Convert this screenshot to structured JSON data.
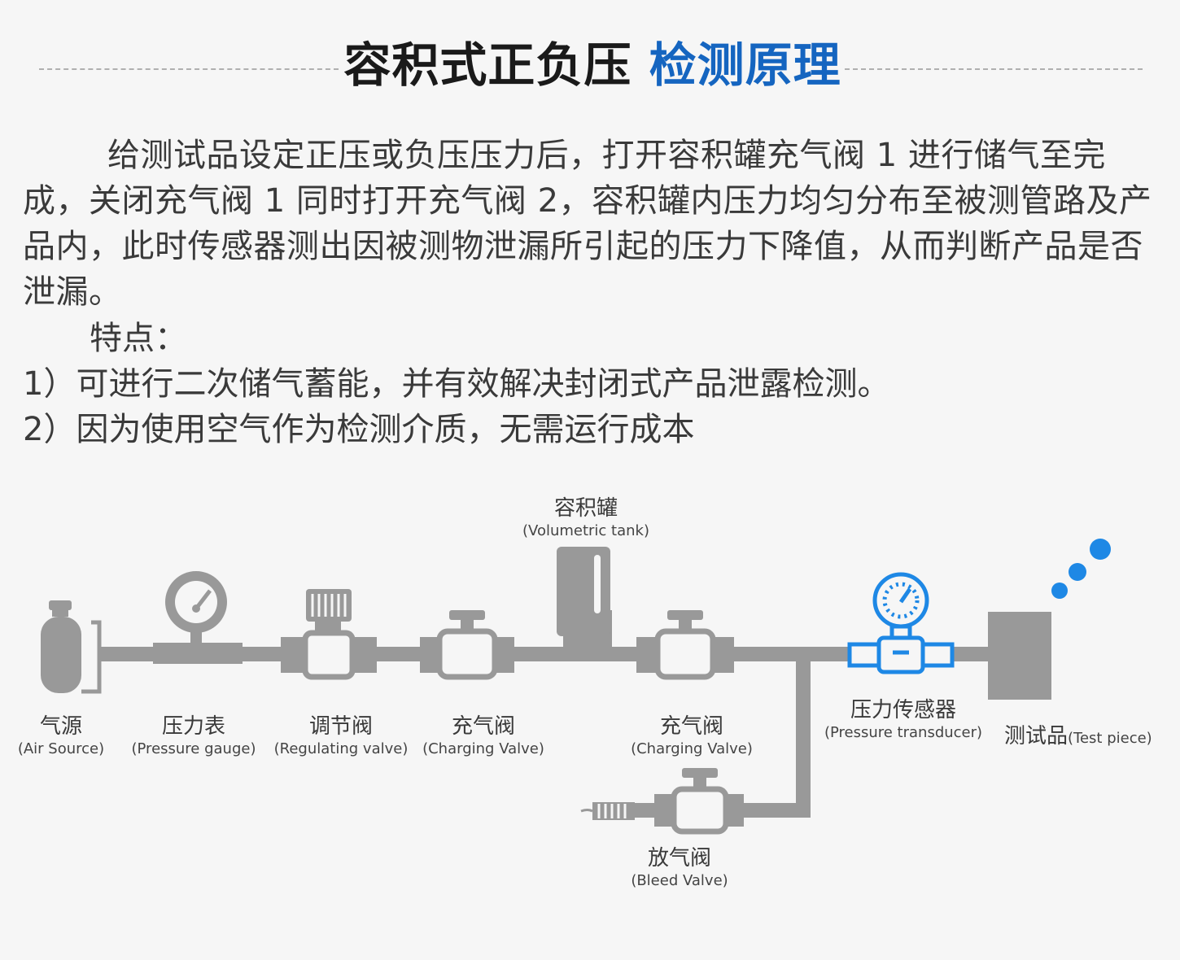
{
  "header": {
    "title_black": "容积式正负压",
    "title_blue": "检测原理"
  },
  "body": {
    "paragraph": "给测试品设定正压或负压压力后，打开容积罐充气阀 1 进行储气至完成，关闭充气阀 1 同时打开充气阀 2，容积罐内压力均匀分布至被测管路及产品内，此时传感器测出因被测物泄漏所引起的压力下降值，从而判断产品是否泄漏。",
    "features_heading": "特点：",
    "feature_1": "1）可进行二次储气蓄能，并有效解决封闭式产品泄露检测。",
    "feature_2": "2）因为使用空气作为检测介质，无需运行成本"
  },
  "diagram": {
    "air_source": {
      "cn": "气源",
      "en": "(Air Source)"
    },
    "pressure_gauge": {
      "cn": "压力表",
      "en": "(Pressure gauge)"
    },
    "regulating_valve": {
      "cn": "调节阀",
      "en": "(Regulating valve)"
    },
    "charging_valve_1": {
      "cn": "充气阀",
      "en": "(Charging Valve)"
    },
    "volumetric_tank": {
      "cn": "容积罐",
      "en": "(Volumetric tank)"
    },
    "charging_valve_2": {
      "cn": "充气阀",
      "en": "(Charging Valve)"
    },
    "pressure_transducer": {
      "cn": "压力传感器",
      "en": "(Pressure transducer)"
    },
    "test_piece": {
      "cn": "测试品",
      "en": "(Test piece)"
    },
    "bleed_valve": {
      "cn": "放气阀",
      "en": "(Bleed Valve)"
    },
    "colors": {
      "gray": "#999999",
      "blue": "#1e88e5",
      "bubble": "#1e88e5"
    }
  }
}
